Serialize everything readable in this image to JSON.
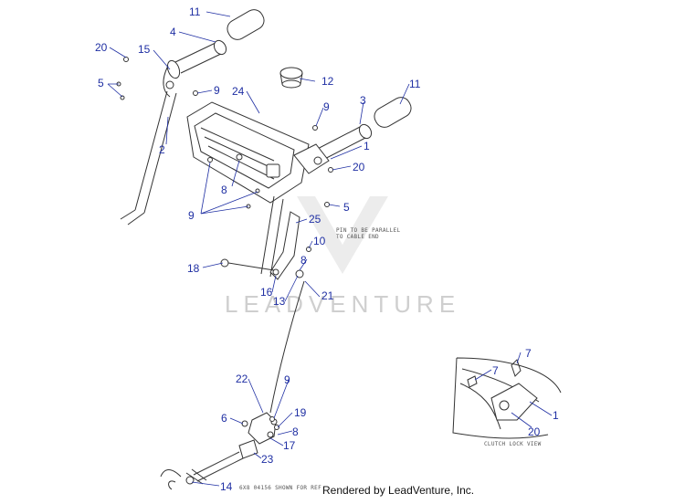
{
  "diagram": {
    "callouts": [
      "11",
      "4",
      "20",
      "15",
      "5",
      "9",
      "24",
      "12",
      "11",
      "3",
      "9",
      "2",
      "1",
      "20",
      "8",
      "9",
      "5",
      "25",
      "10",
      "8",
      "18",
      "16",
      "13",
      "21",
      "22",
      "9",
      "6",
      "19",
      "8",
      "17",
      "23",
      "14",
      "7",
      "7",
      "1",
      "20"
    ],
    "notes": {
      "pin_parallel": [
        "PIN TO BE PARALLEL",
        "TO CABLE END"
      ],
      "clutch_lock_view": "CLUTCH LOCK VIEW",
      "shown_for_ref": "6X8 04156 SHOWN FOR REF"
    },
    "watermark": "LEADVENTURE",
    "footer": "Rendered by LeadVenture, Inc.",
    "colors": {
      "callout": "#1f2fa3",
      "line": "#333333",
      "watermark": "#cfcfcf"
    }
  }
}
